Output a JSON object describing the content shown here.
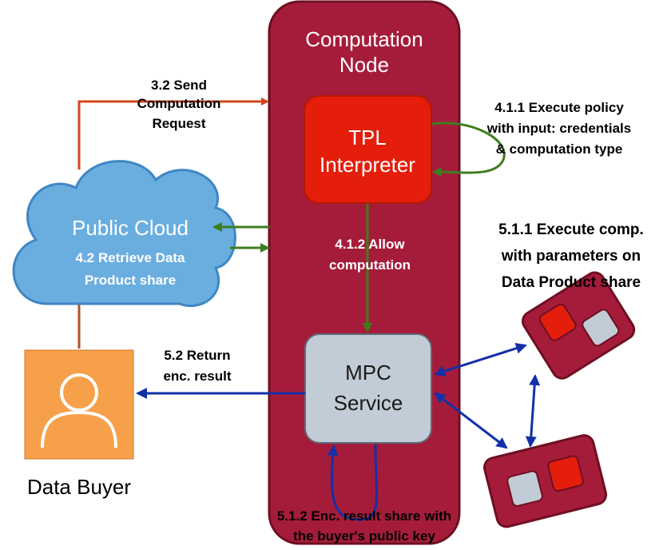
{
  "colors": {
    "node_fill": "#a51c3a",
    "node_stroke": "#6e0f22",
    "tpl_fill": "#e41e0b",
    "tpl_stroke": "#b31605",
    "mpc_fill": "#c2ccd6",
    "mpc_stroke": "#5f6b78",
    "cloud_fill": "#6aaee0",
    "cloud_stroke": "#3f86c4",
    "buyer_fill": "#f7a04a",
    "buyer_stroke": "#d1742a",
    "arrow_orange": "#d0471a",
    "arrow_green": "#3e7d1f",
    "arrow_blue": "#1330a8",
    "line_brown": "#b5502a"
  },
  "computation_node": {
    "title_line1": "Computation",
    "title_line2": "Node"
  },
  "tpl_interpreter": {
    "line1": "TPL",
    "line2": "Interpreter"
  },
  "mpc_service": {
    "line1": "MPC",
    "line2": "Service"
  },
  "public_cloud": {
    "title": "Public Cloud",
    "sub_line1": "4.2 Retrieve Data",
    "sub_line2": "Product share"
  },
  "data_buyer": {
    "label": "Data Buyer",
    "icon": "person-icon"
  },
  "labels": {
    "send_request": [
      "3.2 Send",
      "Computation",
      "Request"
    ],
    "execute_policy": [
      "4.1.1 Execute policy",
      "with input: credentials",
      "& computation type"
    ],
    "allow_computation": [
      "4.1.2 Allow",
      "computation"
    ],
    "execute_comp": [
      "5.1.1 Execute comp.",
      "with parameters on",
      "Data Product share"
    ],
    "return_result": [
      "5.2 Return",
      "enc. result"
    ],
    "enc_result_share": [
      "5.1.2 Enc. result share with",
      "the buyer's public key"
    ]
  }
}
